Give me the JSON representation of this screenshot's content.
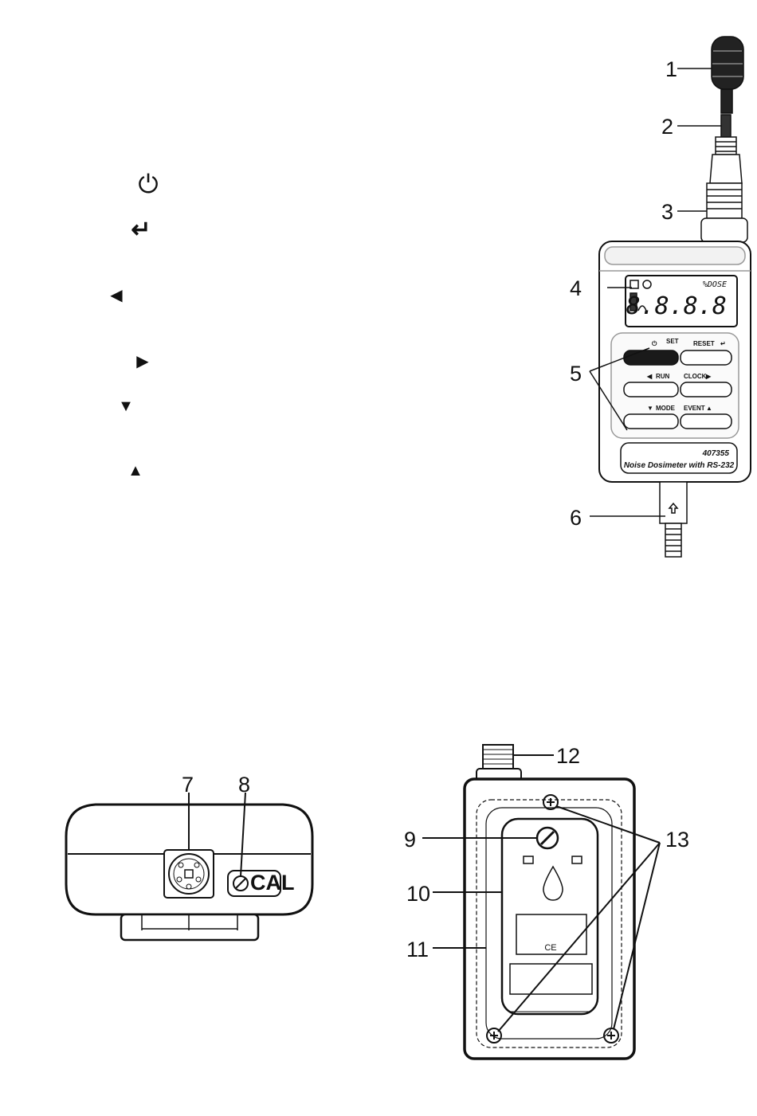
{
  "key_icons": [
    {
      "name": "power-icon",
      "glyph": "⏻"
    },
    {
      "name": "enter-icon",
      "glyph": "↵"
    },
    {
      "name": "left-arrow-icon",
      "glyph": "◀"
    },
    {
      "name": "right-arrow-icon",
      "glyph": "▶"
    },
    {
      "name": "down-arrow-icon",
      "glyph": "▼"
    },
    {
      "name": "up-arrow-icon",
      "glyph": "▲"
    }
  ],
  "callouts": {
    "c1": "1",
    "c2": "2",
    "c3": "3",
    "c4": "4",
    "c5": "5",
    "c6": "6",
    "c7": "7",
    "c8": "8",
    "c9": "9",
    "c10": "10",
    "c11": "11",
    "c12": "12",
    "c13": "13"
  },
  "device": {
    "lcd_top_label": "%DOSE",
    "lcd_digits": "8.8.8.8",
    "btn_set": "SET",
    "btn_reset": "RESET",
    "btn_run": "RUN",
    "btn_clock": "CLOCK",
    "btn_mode": "MODE",
    "btn_event": "EVENT",
    "model_number": "407355",
    "model_name": "Noise Dosimeter with RS-232"
  },
  "bottom_view": {
    "cal_label": "CAL"
  },
  "back_view": {
    "ce_mark": "CE"
  }
}
